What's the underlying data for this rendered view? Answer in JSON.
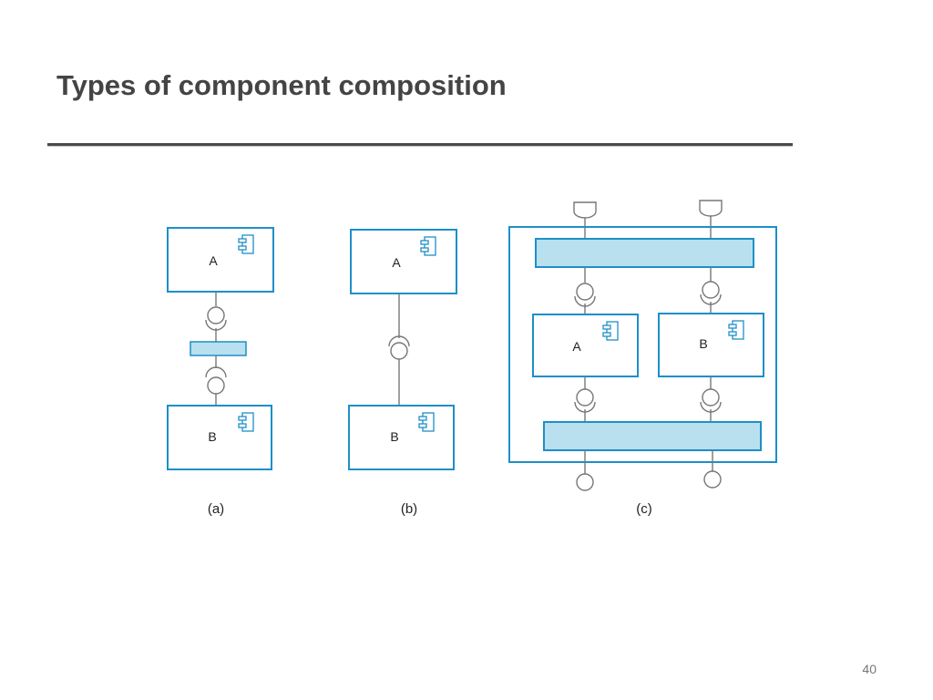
{
  "slide": {
    "title": "Types of component composition",
    "page_number": "40"
  },
  "colors": {
    "component_border": "#1e8fc8",
    "connector_fill": "#b9e0ef",
    "line": "#777777",
    "title": "#444444",
    "rule": "#4a4a4a"
  },
  "diagram": {
    "panel_a": {
      "caption": "(a)",
      "component_top": "A",
      "component_bottom": "B"
    },
    "panel_b": {
      "caption": "(b)",
      "component_top": "A",
      "component_bottom": "B"
    },
    "panel_c": {
      "caption": "(c)",
      "component_left": "A",
      "component_right": "B"
    }
  }
}
